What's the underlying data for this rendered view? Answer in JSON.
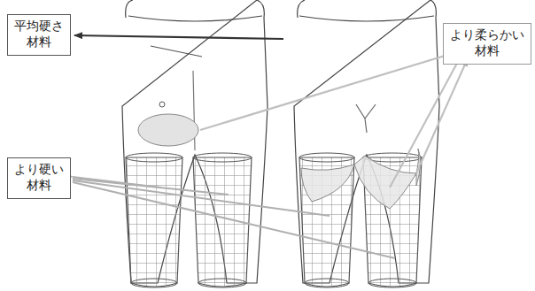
{
  "diagram": {
    "nodes": [
      {
        "text": [
          "平均硬さ 材料"
        ]
      },
      {
        "text": [
          "より柔らかい 材料"
        ]
      },
      {
        "text": [
          "より硬い 材料"
        ]
      }
    ]
  }
}
